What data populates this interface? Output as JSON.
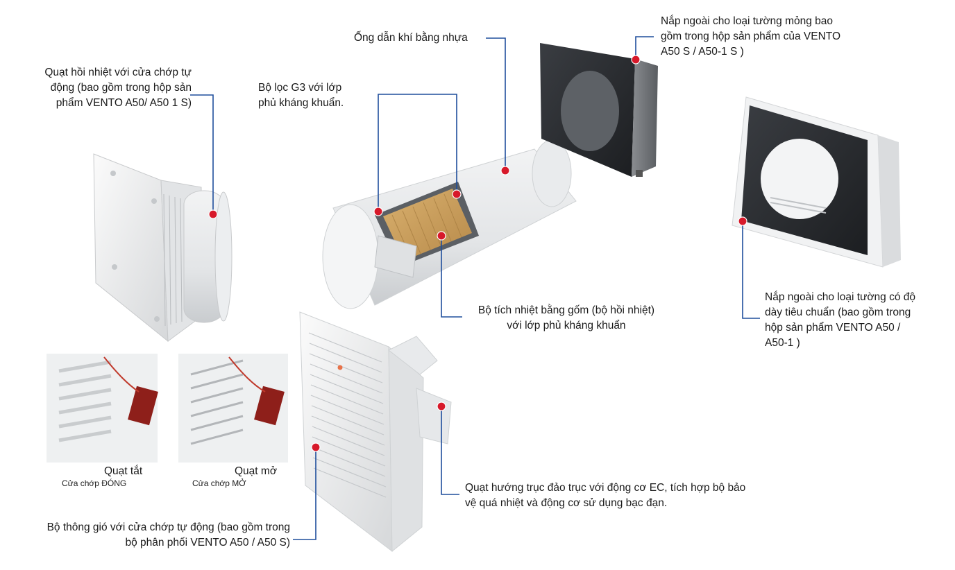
{
  "labels": {
    "fan_unit": "Quạt hồi nhiệt với cửa chớp tự\nđộng (bao gồm trong hộp sản\nphẩm VENTO A50/ A50 1 S)",
    "filter": "Bộ lọc G3 với lớp\nphủ kháng khuẩn.",
    "plastic_duct": "Ống dẫn khí bằng nhựa",
    "thin_wall_hood": "Nắp ngoài cho loại tường mỏng bao\ngồm trong hộp sản phẩm của  VENTO\nA50 S / A50-1 S )",
    "standard_wall_hood": "Nắp ngoài cho loại tường có độ\ndày tiêu chuẩn (bao gồm trong\nhộp sản phẩm VENTO A50 /\nA50-1 )",
    "heat_exchanger": "Bộ tích nhiệt bằng gốm (bộ hồi nhiệt)\nvới lớp phủ kháng khuẩn",
    "axial_fan": "Quạt hướng trục đảo trục với động cơ EC, tích hợp bộ bảo\nvệ quá nhiệt và động cơ sử dụng bạc đạn.",
    "vent_grille": "Bộ thông gió với cửa chớp tự động (bao gồm trong\nbộ phân phối VENTO A50 / A50 S)",
    "fan_off": "Quạt tắt",
    "shutter_closed": "Cửa chớp ĐÓNG",
    "fan_on": "Quạt mở",
    "shutter_open": "Cửa chớp MỞ"
  },
  "colors": {
    "leader_line": "#1f4e9c",
    "marker_dot": "#d7192a"
  }
}
